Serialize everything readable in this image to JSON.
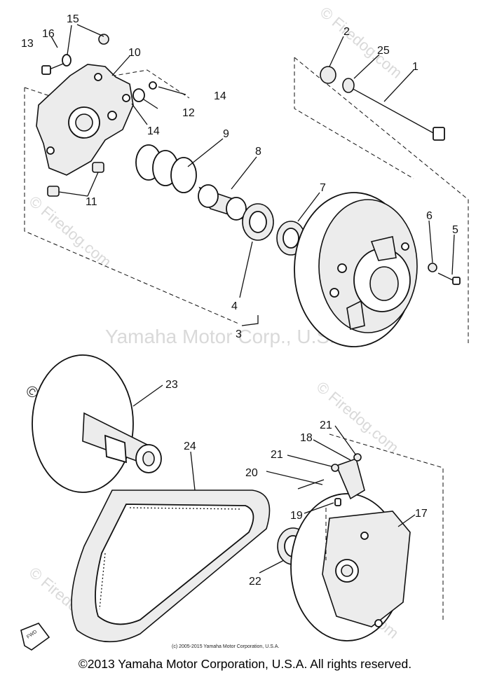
{
  "watermarks": {
    "center": "Yamaha Motor Corp., U.S.A.",
    "brand": "© Firedog.com"
  },
  "part_labels": [
    "1",
    "2",
    "3",
    "4",
    "5",
    "6",
    "7",
    "8",
    "9",
    "10",
    "11",
    "12",
    "13",
    "14",
    "14",
    "15",
    "16",
    "17",
    "18",
    "19",
    "20",
    "21",
    "21",
    "22",
    "23",
    "24",
    "25"
  ],
  "direction_badge": "FWD",
  "small_copyright": "(c) 2005-2015 Yamaha Motor Corporation, U.S.A.",
  "footer_copyright": "©2013 Yamaha Motor Corporation, U.S.A. All rights reserved."
}
